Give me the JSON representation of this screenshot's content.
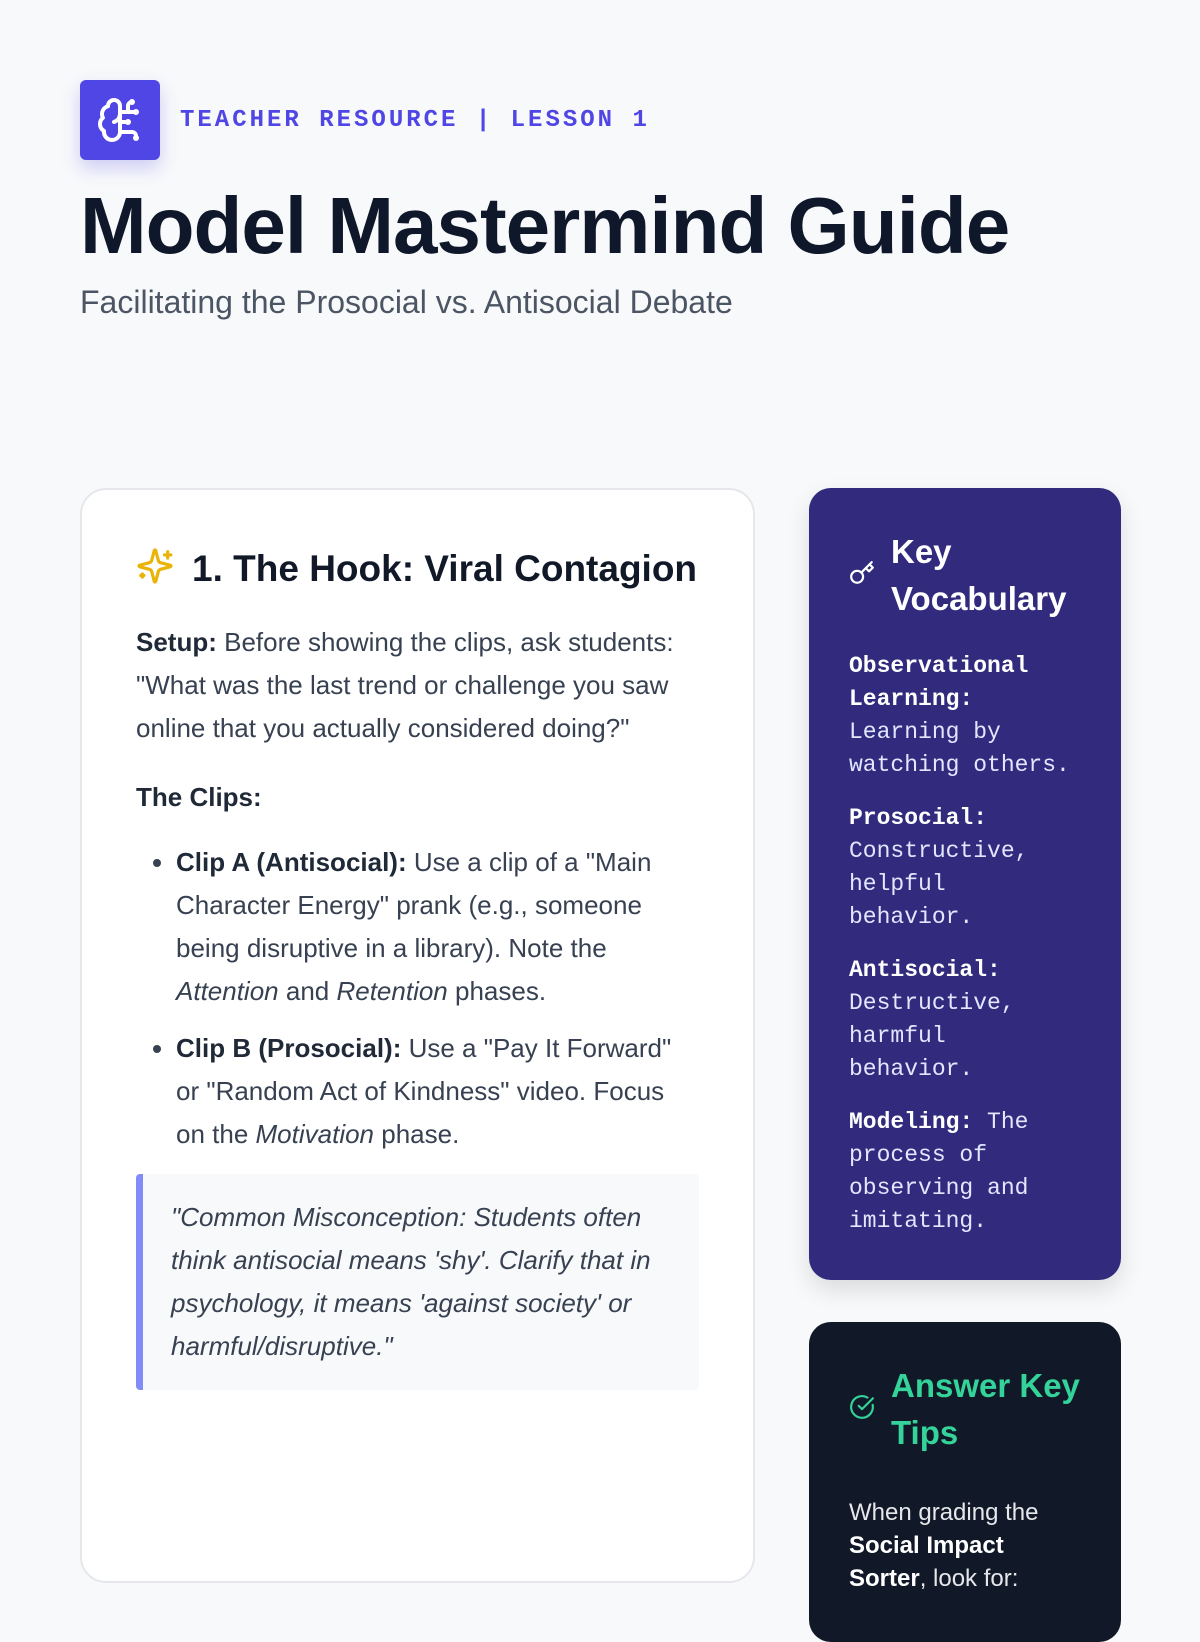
{
  "header": {
    "eyebrow": "TEACHER RESOURCE | LESSON 1",
    "title": "Model Mastermind Guide",
    "subtitle": "Facilitating the Prosocial vs. Antisocial Debate",
    "icon": "brain-circuit-icon"
  },
  "hook": {
    "title": "1. The Hook: Viral Contagion",
    "icon": "sparkles-icon",
    "setup_label": "Setup:",
    "setup_text": " Before showing the clips, ask students: \"What was the last trend or challenge you saw online that you actually considered doing?\"",
    "clips_label": "The Clips:",
    "clip_a_label": "Clip A (Antisocial):",
    "clip_a_text": " Use a clip of a \"Main Character Energy\" prank (e.g., someone being disruptive in a library). Note the ",
    "clip_a_em1": "Attention",
    "clip_a_and": " and ",
    "clip_a_em2": "Retention",
    "clip_a_end": " phases.",
    "clip_b_label": "Clip B (Prosocial):",
    "clip_b_text": " Use a \"Pay It Forward\" or \"Random Act of Kindness\" video. Focus on the ",
    "clip_b_em": "Motivation",
    "clip_b_end": " phase.",
    "quote": "\"Common Misconception: Students often think antisocial means 'shy'. Clarify that in psychology, it means 'against society' or harmful/disruptive.\""
  },
  "vocab": {
    "title": "Key Vocabulary",
    "icon": "key-icon",
    "items": [
      {
        "term": "Observational Learning:",
        "def": " Learning by watching others."
      },
      {
        "term": "Prosocial:",
        "def": " Constructive, helpful behavior."
      },
      {
        "term": "Antisocial:",
        "def": " Destructive, harmful behavior."
      },
      {
        "term": "Modeling:",
        "def": " The process of observing and imitating."
      }
    ]
  },
  "tips": {
    "title": "Answer Key Tips",
    "icon": "check-circle-icon",
    "intro": "When grading the ",
    "bold": "Social Impact Sorter",
    "end": ", look for:"
  },
  "colors": {
    "accent": "#4f46e5",
    "vocab_bg": "#312a7d",
    "tips_bg": "#111827",
    "tips_accent": "#34d399",
    "sparkle": "#eab308"
  }
}
